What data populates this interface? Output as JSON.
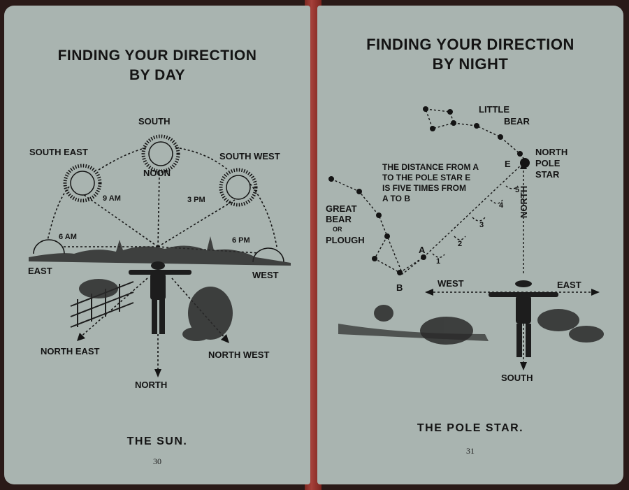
{
  "left_page": {
    "title_line1": "FINDING YOUR DIRECTION",
    "title_line2": "BY DAY",
    "labels": {
      "south": "SOUTH",
      "south_east": "SOUTH EAST",
      "noon": "NOON",
      "south_west": "SOUTH WEST",
      "am9": "9 AM",
      "pm3": "3 PM",
      "am6": "6 AM",
      "pm6": "6 PM",
      "east": "EAST",
      "west": "WEST",
      "north_east": "NORTH EAST",
      "north_west": "NORTH WEST",
      "north": "NORTH"
    },
    "caption": "THE SUN.",
    "page_number": "30"
  },
  "right_page": {
    "title_line1": "FINDING YOUR DIRECTION",
    "title_line2": "BY NIGHT",
    "labels": {
      "little_bear_1": "LITTLE",
      "little_bear_2": "BEAR",
      "north_pole_star_1": "NORTH",
      "north_pole_star_2": "POLE",
      "north_pole_star_3": "STAR",
      "distance_note_1": "THE DISTANCE FROM A",
      "distance_note_2": "TO THE POLE STAR E",
      "distance_note_3": "IS FIVE TIMES FROM",
      "distance_note_4": "A TO B",
      "great_bear_1": "GREAT",
      "great_bear_2": "BEAR",
      "great_bear_3": "OR",
      "great_bear_4": "PLOUGH",
      "point_a": "A",
      "point_b": "B",
      "point_e": "E",
      "n1": "1",
      "n2": "2",
      "n3": "3",
      "n4": "4",
      "n5": "5",
      "north": "NORTH",
      "west": "WEST",
      "east": "EAST",
      "south": "SOUTH"
    },
    "caption": "THE POLE STAR.",
    "page_number": "31"
  },
  "colors": {
    "paper": "#a9b4b0",
    "ink": "#141414",
    "binding": "#8e3029",
    "background": "#2a1a18"
  }
}
